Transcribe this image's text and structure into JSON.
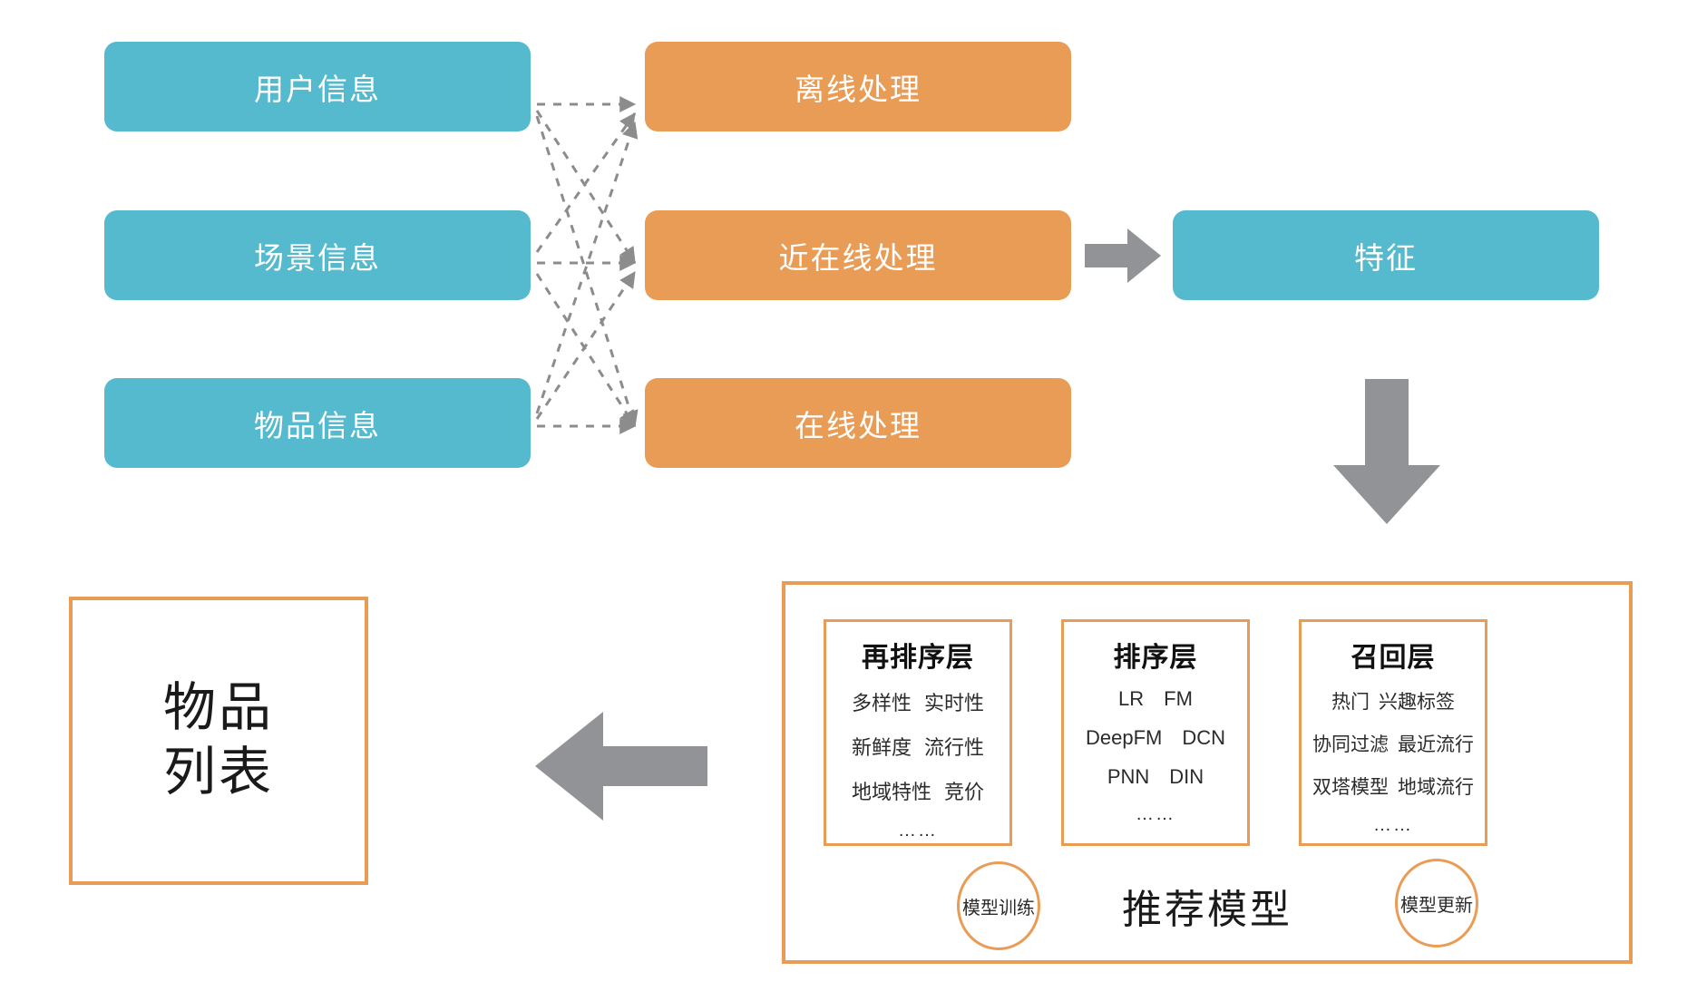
{
  "colors": {
    "teal": "#55bacd",
    "orange": "#e99c55",
    "arrow_gray": "#919396",
    "dashed_gray": "#8c8c8c",
    "text_dark": "#1a1a1a"
  },
  "sources": [
    {
      "label": "用户信息",
      "name": "user-info"
    },
    {
      "label": "场景信息",
      "name": "scene-info"
    },
    {
      "label": "物品信息",
      "name": "item-info"
    }
  ],
  "processing": [
    {
      "label": "离线处理",
      "name": "offline-processing"
    },
    {
      "label": "近在线处理",
      "name": "near-online-processing"
    },
    {
      "label": "在线处理",
      "name": "online-processing"
    }
  ],
  "feature": {
    "label": "特征",
    "name": "feature"
  },
  "item_list": {
    "line1": "物品",
    "line2": "列表"
  },
  "model": {
    "title": "推荐模型",
    "badges": [
      {
        "label": "模型训练",
        "name": "model-training"
      },
      {
        "label": "模型更新",
        "name": "model-update"
      }
    ],
    "cards": [
      {
        "name": "rerank-layer",
        "title": "再排序层",
        "rows": [
          [
            "多样性",
            "实时性"
          ],
          [
            "新鲜度",
            "流行性"
          ],
          [
            "地域特性",
            "竞价"
          ]
        ],
        "more": "……"
      },
      {
        "name": "rank-layer",
        "title": "排序层",
        "rows": [
          [
            "LR",
            "FM"
          ],
          [
            "DeepFM",
            "DCN"
          ],
          [
            "PNN",
            "DIN"
          ]
        ],
        "more": "……"
      },
      {
        "name": "recall-layer",
        "title": "召回层",
        "rows": [
          [
            "热门",
            "兴趣标签"
          ],
          [
            "协同过滤",
            "最近流行"
          ],
          [
            "双塔模型",
            "地域流行"
          ]
        ],
        "more": "……"
      }
    ]
  },
  "arrows": [
    {
      "name": "arrow-processing-to-feature",
      "direction": "right"
    },
    {
      "name": "arrow-feature-to-model",
      "direction": "down"
    },
    {
      "name": "arrow-model-to-item-list",
      "direction": "left"
    },
    {
      "name": "arrow-rank-to-rerank",
      "direction": "left"
    },
    {
      "name": "arrow-recall-to-rank",
      "direction": "left"
    }
  ]
}
